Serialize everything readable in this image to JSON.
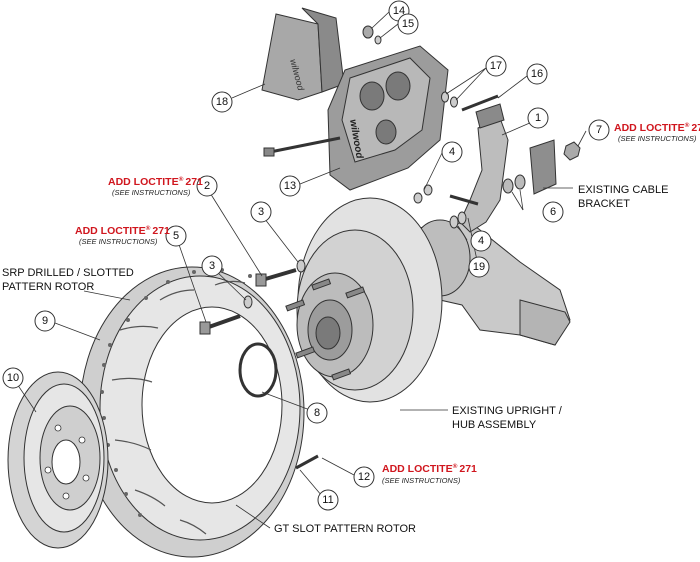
{
  "callouts": [
    "1",
    "2",
    "3",
    "3",
    "4",
    "4",
    "5",
    "6",
    "7",
    "8",
    "9",
    "10",
    "11",
    "12",
    "13",
    "14",
    "15",
    "16",
    "17",
    "18",
    "19"
  ],
  "loctite": {
    "main": "ADD LOCTITE",
    "reg": "®",
    "num": "271",
    "sub": "(SEE INSTRUCTIONS)"
  },
  "labels": {
    "existing_cable_1": "EXISTING CABLE",
    "existing_cable_2": "BRACKET",
    "srp_1": "SRP DRILLED / SLOTTED",
    "srp_2": "PATTERN ROTOR",
    "upright_1": "EXISTING UPRIGHT /",
    "upright_2": "HUB ASSEMBLY",
    "gt_slot": "GT SLOT PATTERN ROTOR"
  },
  "brand_logo": "wilwood",
  "colors": {
    "loctite_red": "#d0161e",
    "part_gray": "#9a9a9a",
    "part_dark": "#5a5a5a",
    "line": "#333333"
  }
}
